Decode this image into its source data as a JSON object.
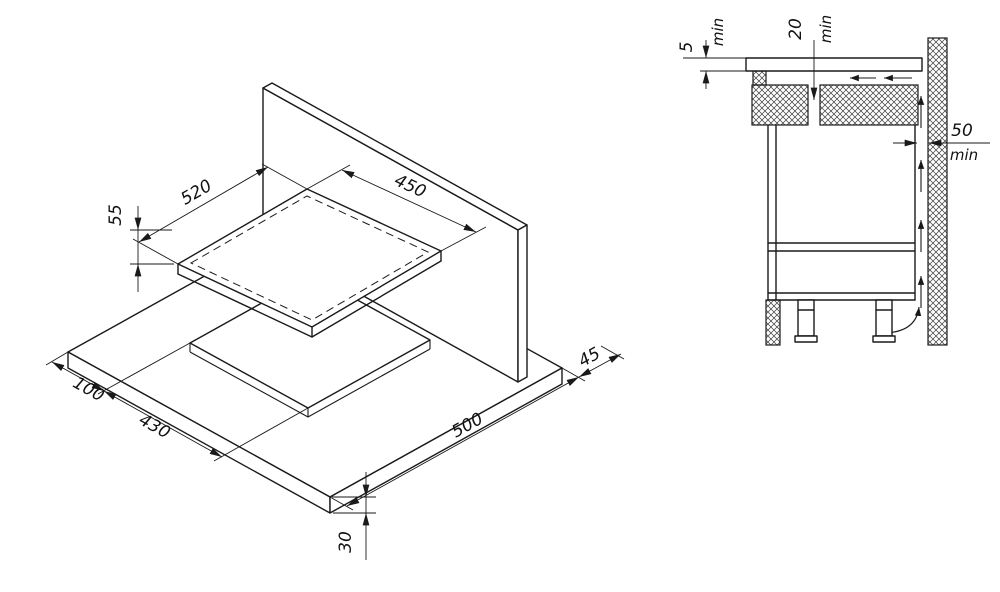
{
  "colors": {
    "background": "#ffffff",
    "line": "#1a1a1a"
  },
  "iso": {
    "d520": "520",
    "d450": "450",
    "d55": "55",
    "d100": "100",
    "d430": "430",
    "d500": "500",
    "d45": "45",
    "d30": "30"
  },
  "section": {
    "d5": "5",
    "d5min": "min",
    "d20": "20",
    "d20min": "min",
    "d50": "50",
    "d50min": "min"
  }
}
